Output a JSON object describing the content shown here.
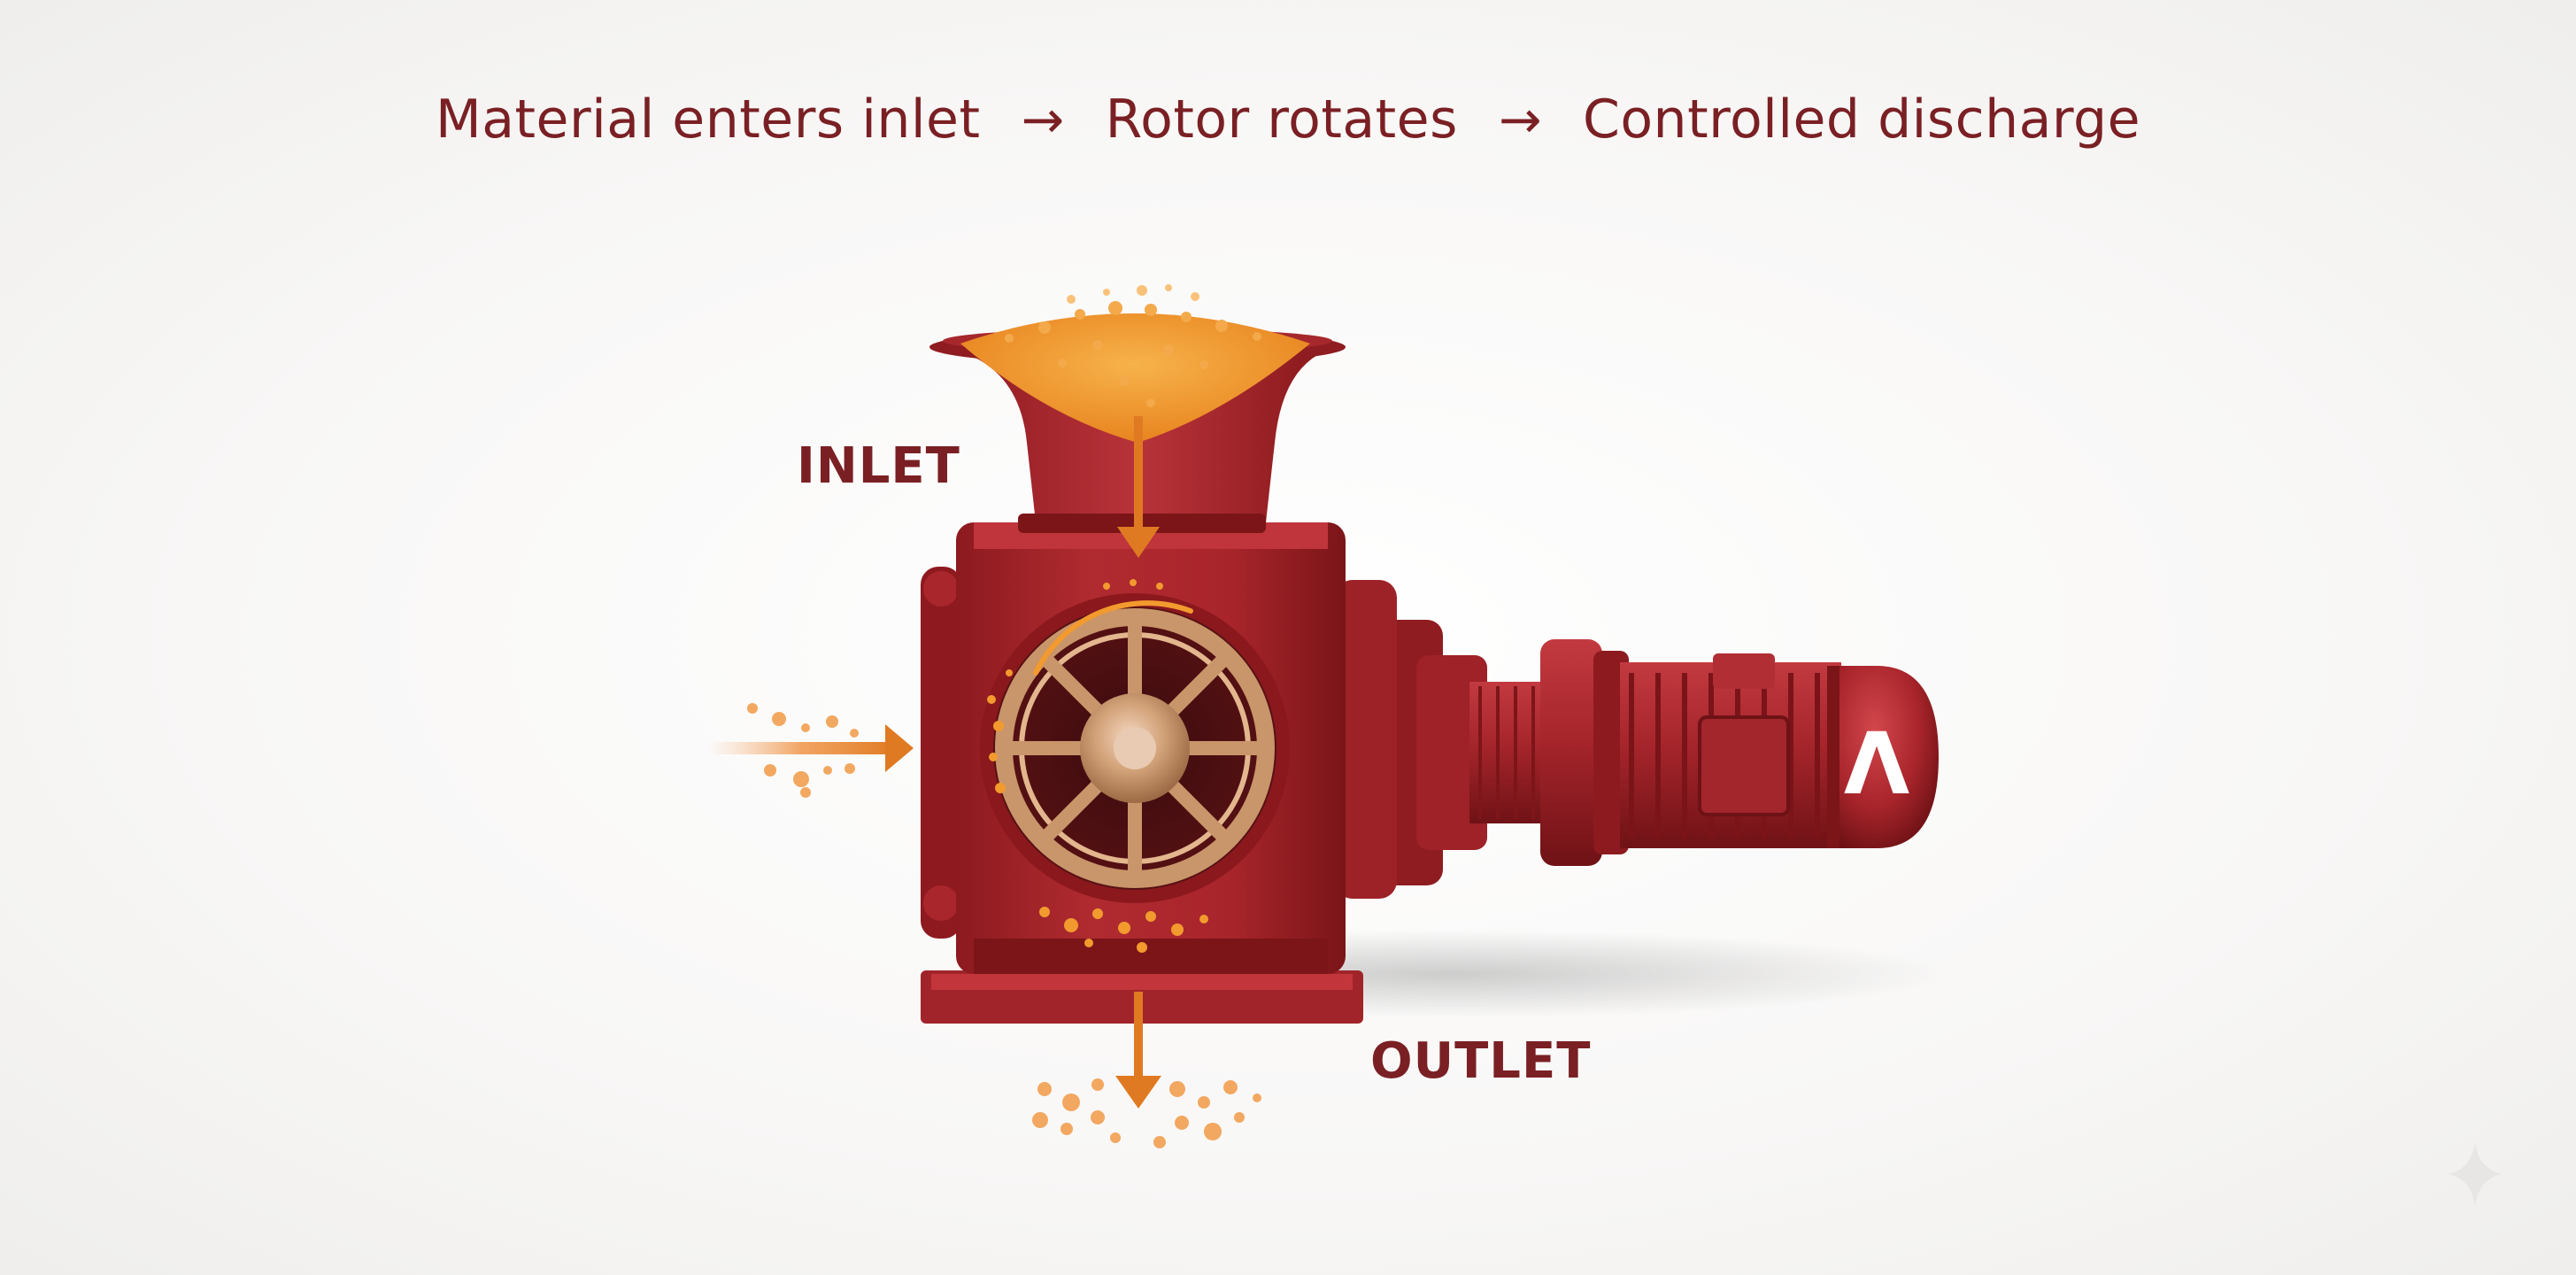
{
  "flow": {
    "step1": "Material enters inlet",
    "arrow1": "→",
    "step2": "Rotor rotates",
    "arrow2": "→",
    "step3": "Controlled discharge"
  },
  "labels": {
    "inlet": "INLET",
    "outlet": "OUTLET"
  },
  "motor": {
    "emblem": "Λ"
  },
  "colors": {
    "text": "#7a2024",
    "body": "#a8252b",
    "body_dark": "#7b1518",
    "body_light": "#c8383d",
    "material": "#f29a2e",
    "arrow": "#e07a22",
    "rotor": "#c9956a"
  },
  "icons": {
    "sparkle": "sparkle-icon"
  }
}
